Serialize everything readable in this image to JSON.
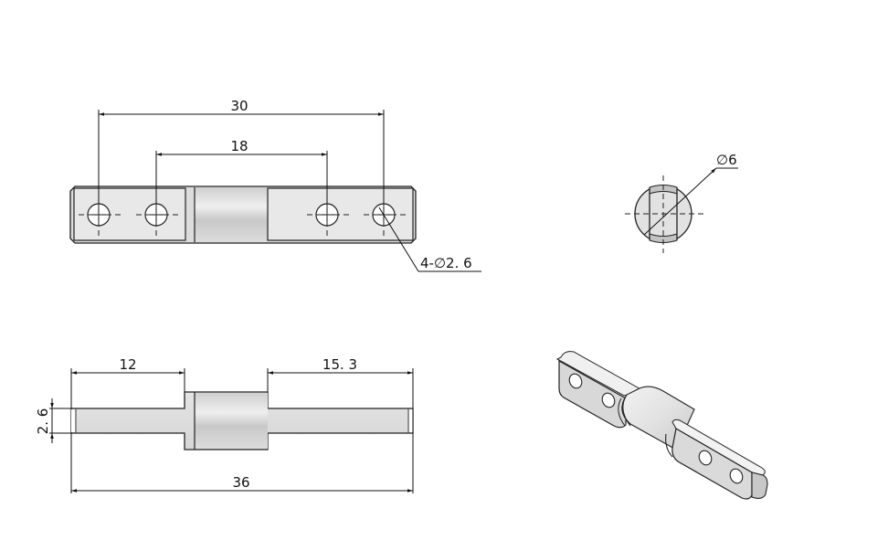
{
  "drawing": {
    "views": {
      "top_view": {
        "dimensions": {
          "outer_hole_spacing": "30",
          "inner_hole_spacing": "18",
          "hole_callout": "4-∅2. 6"
        },
        "hole_count": 4
      },
      "end_view": {
        "dimensions": {
          "diameter": "∅6"
        }
      },
      "side_view": {
        "dimensions": {
          "left_flat_length": "12",
          "right_flat_length": "15. 3",
          "thickness": "2. 6",
          "overall_length": "36"
        }
      },
      "isometric_view": {
        "hole_count": 4
      }
    },
    "colors": {
      "line": "#111111",
      "fill_light": "#e6e6e6",
      "fill_barrel": "#d4d4d4",
      "background": "#ffffff"
    }
  }
}
